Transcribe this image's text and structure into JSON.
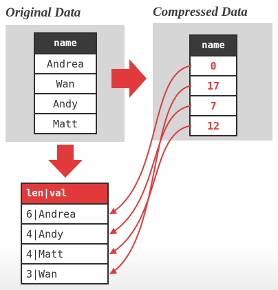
{
  "original": {
    "heading": "Original Data",
    "column_header": "name",
    "rows": [
      "Andrea",
      "Wan",
      "Andy",
      "Matt"
    ]
  },
  "compressed": {
    "heading": "Compressed Data",
    "column_header": "name",
    "rows": [
      "0",
      "17",
      "7",
      "12"
    ]
  },
  "dictionary": {
    "column_header": "len|val",
    "rows": [
      "6|Andrea",
      "4|Andy",
      "4|Matt",
      "3|Wan"
    ]
  },
  "colors": {
    "accent": "#e23a3a",
    "panel": "#d6d6d6",
    "header_dark": "#3a3a3a",
    "heading_text": "#3b3b3b"
  },
  "pointer_targets": [
    0,
    3,
    1,
    2
  ]
}
